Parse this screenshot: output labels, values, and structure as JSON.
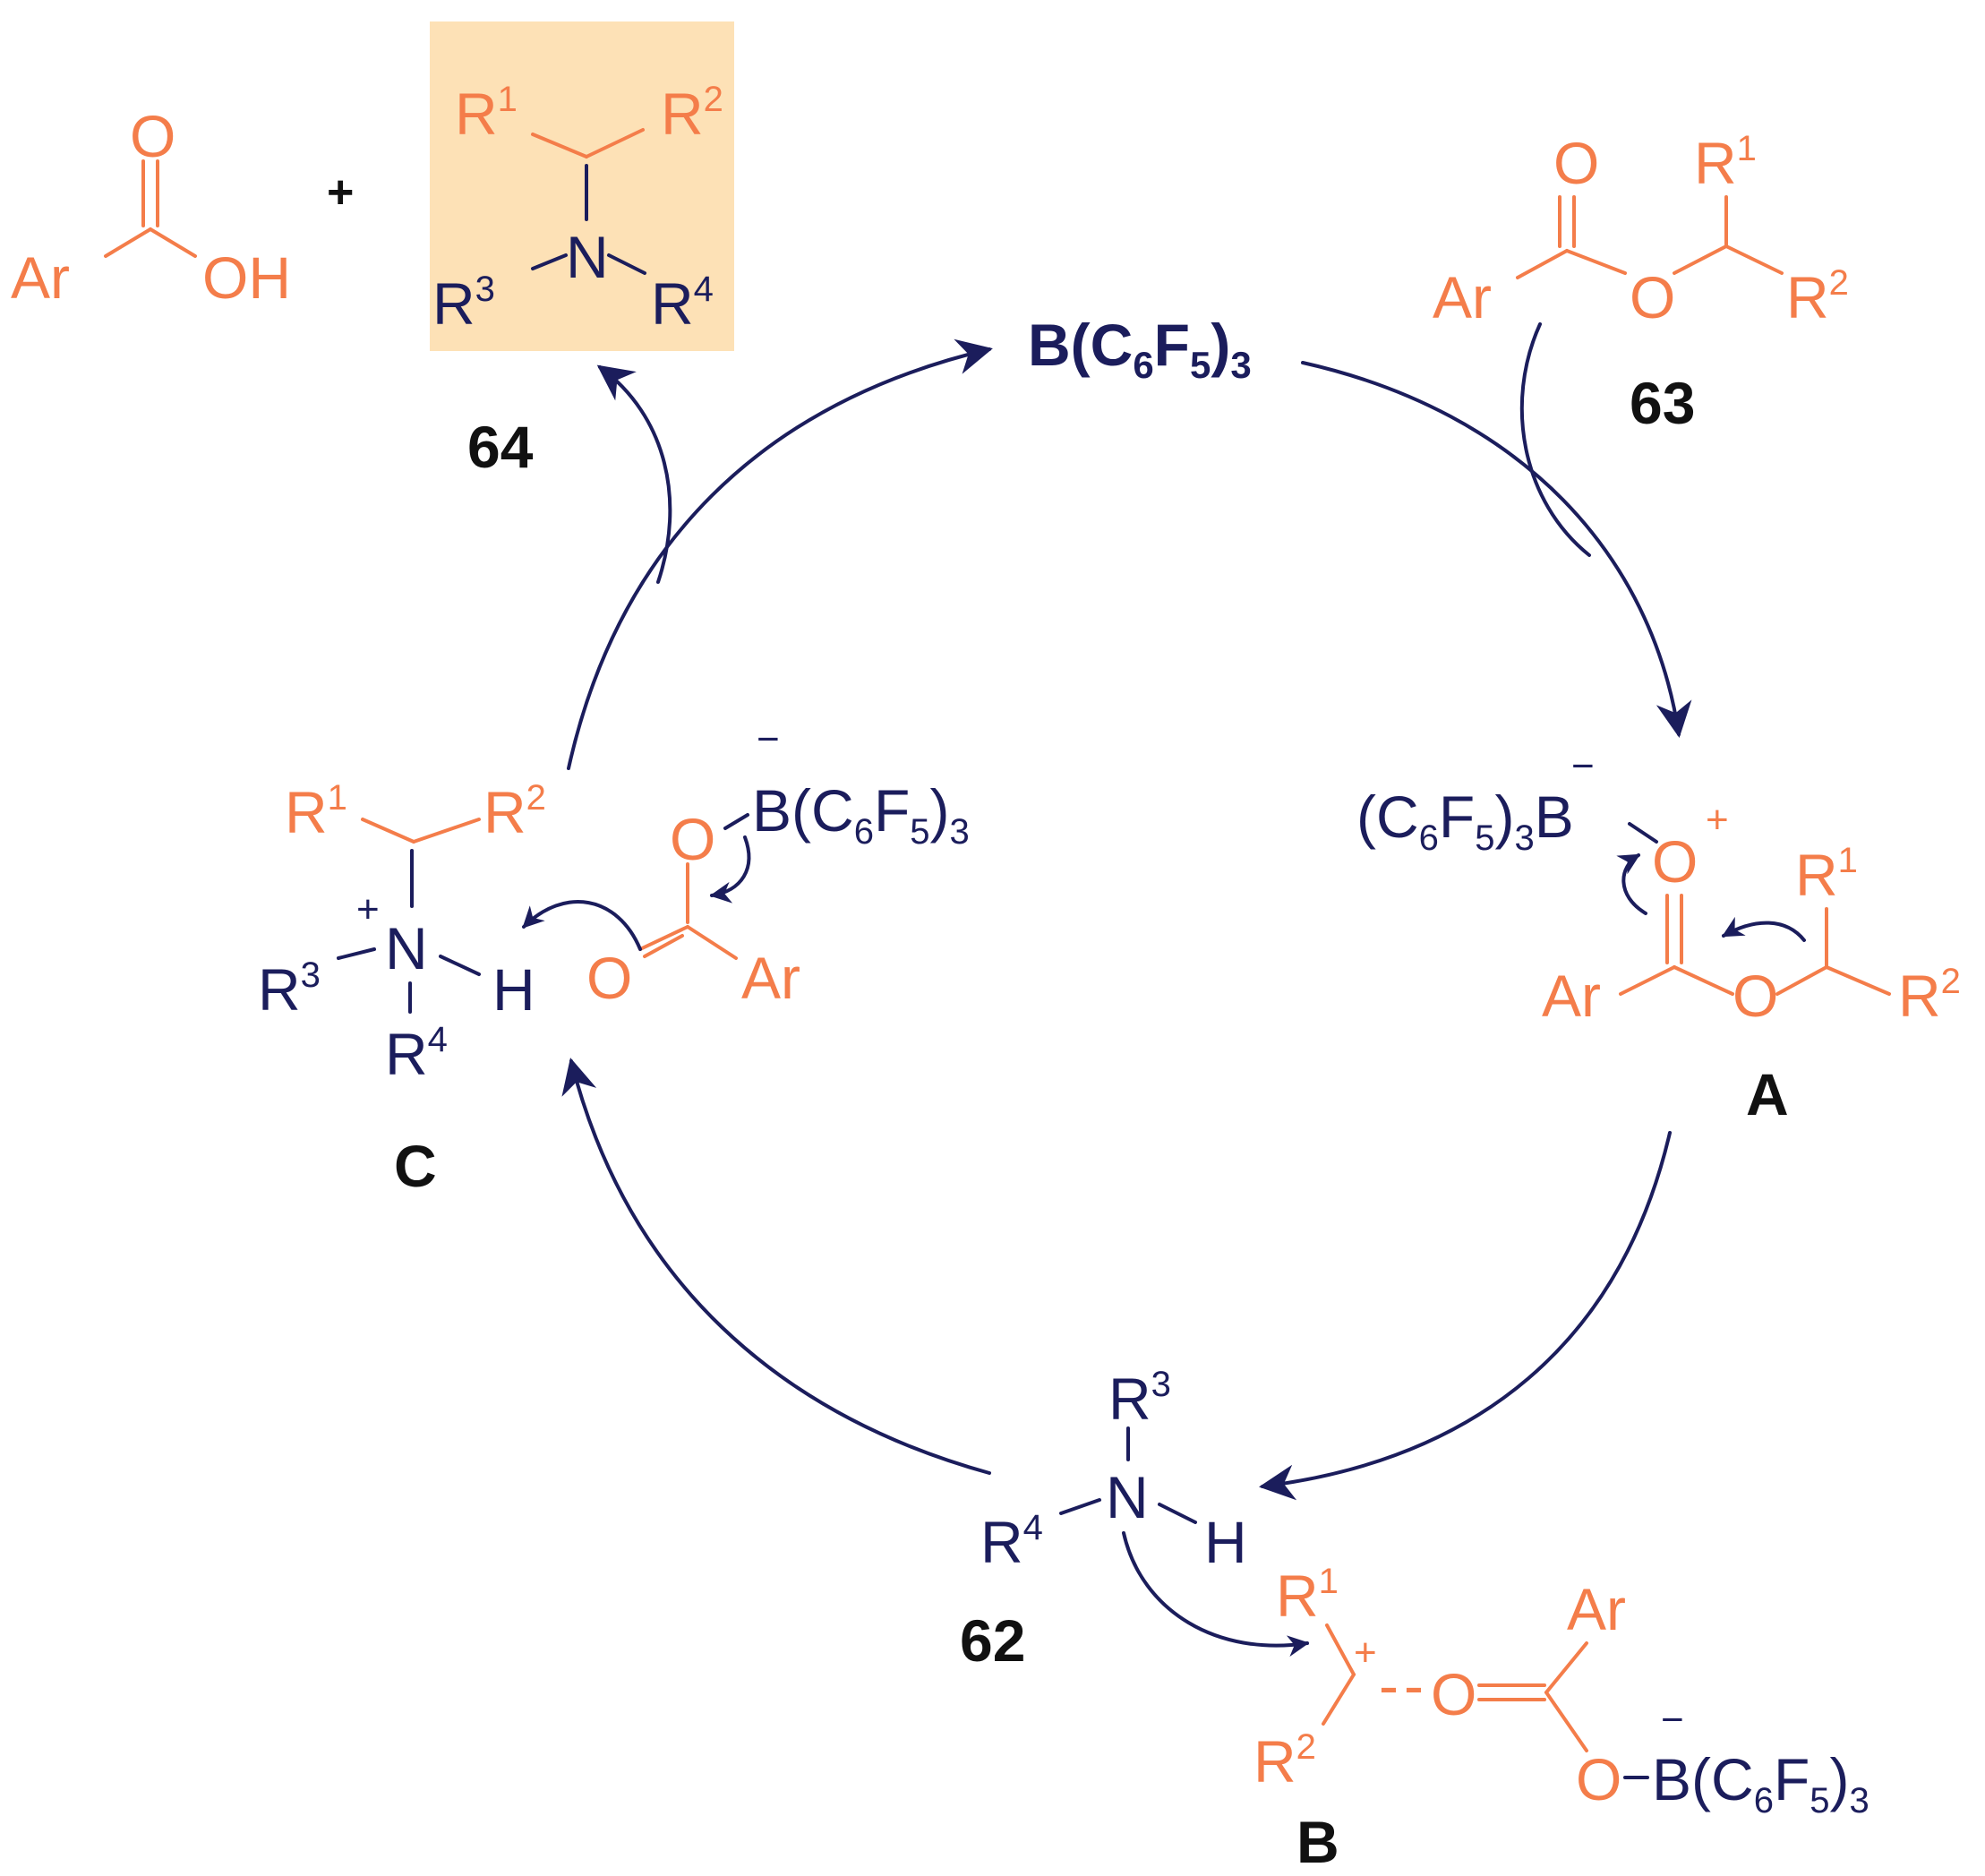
{
  "colors": {
    "accent_orange": "#f47d4a",
    "navy": "#1b1d5c",
    "highlight": "#fde1b6",
    "label": "#111111"
  },
  "catalyst": {
    "base": "B(C",
    "sub6": "6",
    "mid": "F",
    "sub5": "5",
    "close": ")",
    "sub3": "3"
  },
  "labels": {
    "c63": "63",
    "c64": "64",
    "c62": "62",
    "A": "A",
    "B": "B",
    "C": "C"
  },
  "atoms": {
    "ar": "Ar",
    "o": "O",
    "oh": "OH",
    "n": "N",
    "h": "H",
    "r": "R",
    "b": "B",
    "plus": "+",
    "minus": "−",
    "dash": "-",
    "s1": "1",
    "s2": "2",
    "s3": "3",
    "s4": "4",
    "s5": "5",
    "s6": "6",
    "paren_c": "(C",
    "f": "F",
    "paren_close": ")"
  }
}
